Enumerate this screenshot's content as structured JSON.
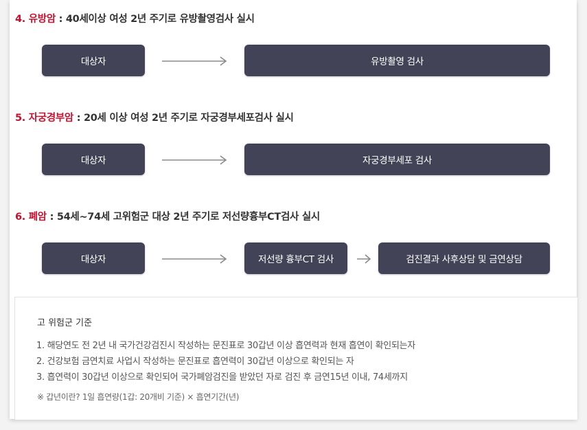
{
  "sections": [
    {
      "number": "4.",
      "name": "유방암",
      "desc": " : 40세이상 여성 2년 주기로 유방촬영검사 실시",
      "steps": [
        "대상자",
        "유방촬영 검사"
      ]
    },
    {
      "number": "5.",
      "name": "자궁경부암",
      "desc": " : 20세 이상 여성 2년 주기로 자궁경부세포검사 실시",
      "steps": [
        "대상자",
        "자궁경부세포 검사"
      ]
    },
    {
      "number": "6.",
      "name": "폐암",
      "desc": " : 54세~74세 고위험군 대상 2년 주기로 저선량흉부CT검사 실시",
      "steps": [
        "대상자",
        "저선량 흉부CT 검사",
        "검진결과 사후상담 및 금연상담"
      ]
    }
  ],
  "note": {
    "title": "고 위험군 기준",
    "items": [
      "1. 해당연도 전 2년 내 국가건강검진시 작성하는 문진표로 30갑년 이상 흡연력과 현재 흡연이 확인되는자",
      "2. 건강보험 금연치료 사업시 작성하는 문진표로 흡연력이 30갑년 이상으로 확인되는 자",
      "3. 흡연력이 30갑년 이상으로 확인되어 국가폐암검진을 받았던 자로 검진 후 금연15년 이내, 74세까지"
    ],
    "footnote": "※ 갑년이란? 1일 흡연량(1갑: 20개비 기준) × 흡연기간(년)"
  },
  "colors": {
    "accent": "#c8102e",
    "box": "#424356",
    "arrow": "#8a8a8a"
  }
}
